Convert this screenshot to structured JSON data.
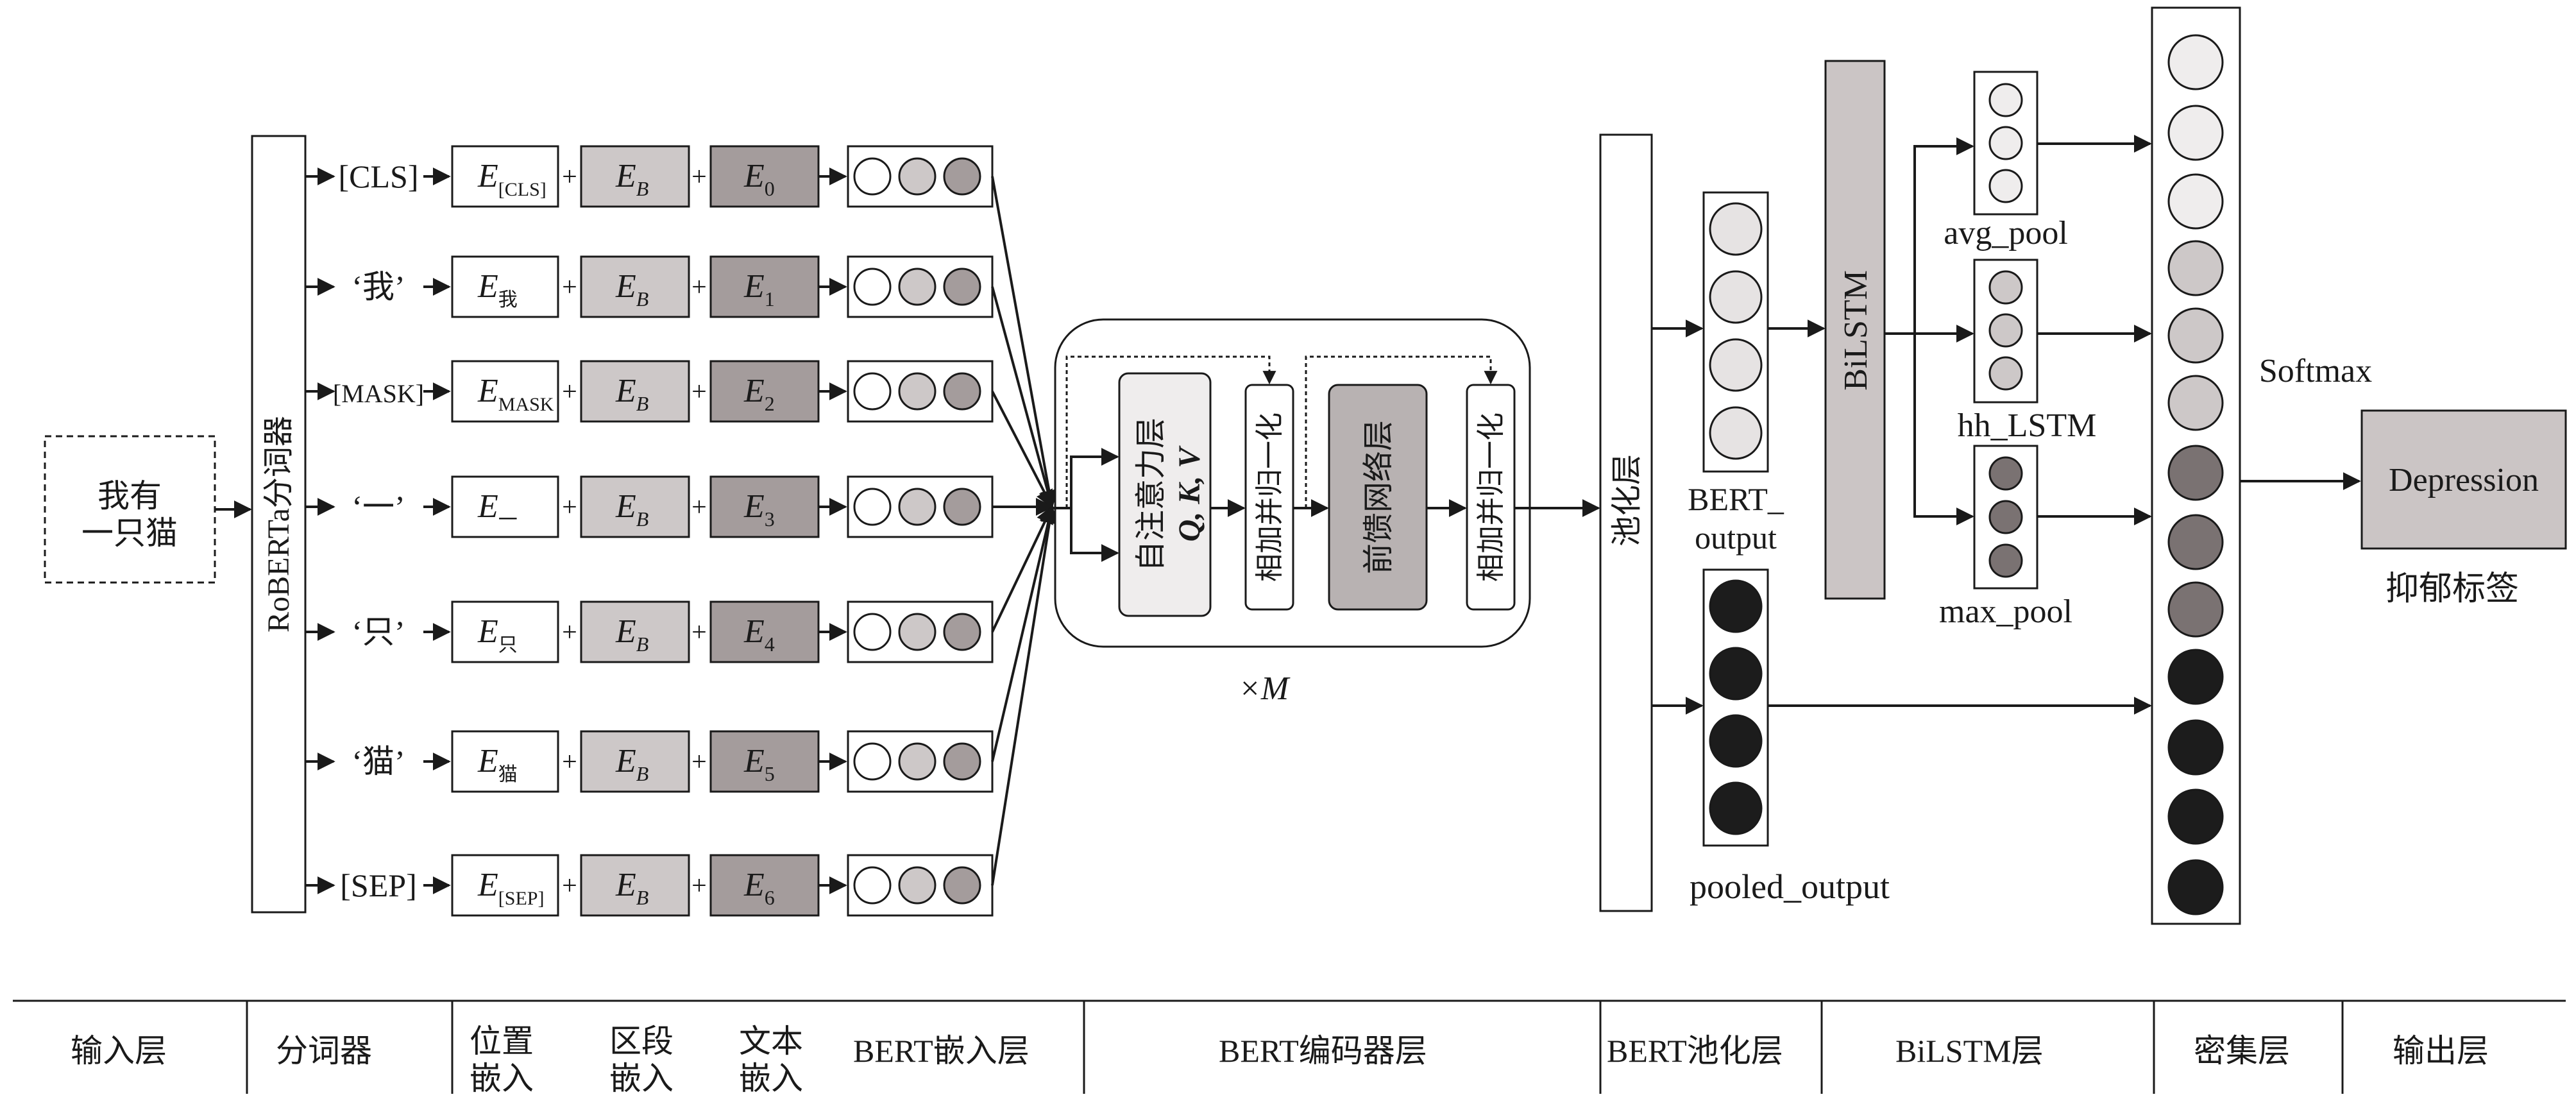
{
  "input": {
    "text_line1": "我有",
    "text_line2": "一只猫"
  },
  "tokenizer": {
    "label": "RoBERTa分词器"
  },
  "tokens": [
    {
      "token": "[CLS]",
      "pos_main": "E",
      "pos_sub": "[CLS]",
      "seg_main": "E",
      "seg_sub": "B",
      "txt_main": "E",
      "txt_sub": "0"
    },
    {
      "token": "‘我’",
      "pos_main": "E",
      "pos_sub": "我",
      "seg_main": "E",
      "seg_sub": "B",
      "txt_main": "E",
      "txt_sub": "1"
    },
    {
      "token": "[MASK]",
      "pos_main": "E",
      "pos_sub": "MASK",
      "seg_main": "E",
      "seg_sub": "B",
      "txt_main": "E",
      "txt_sub": "2"
    },
    {
      "token": "‘一’",
      "pos_main": "E",
      "pos_sub": "一",
      "seg_main": "E",
      "seg_sub": "B",
      "txt_main": "E",
      "txt_sub": "3"
    },
    {
      "token": "‘只’",
      "pos_main": "E",
      "pos_sub": "只",
      "seg_main": "E",
      "seg_sub": "B",
      "txt_main": "E",
      "txt_sub": "4"
    },
    {
      "token": "‘猫’",
      "pos_main": "E",
      "pos_sub": "猫",
      "seg_main": "E",
      "seg_sub": "B",
      "txt_main": "E",
      "txt_sub": "5"
    },
    {
      "token": "[SEP]",
      "pos_main": "E",
      "pos_sub": "[SEP]",
      "seg_main": "E",
      "seg_sub": "B",
      "txt_main": "E",
      "txt_sub": "6"
    }
  ],
  "plus": "+",
  "encoder": {
    "self_attention_label": "自注意力层",
    "qkv_label": "Q, K, V",
    "add_norm_label": "相加并归一化",
    "feed_forward_label": "前馈网络层",
    "repeat_label": "×M"
  },
  "pooling": {
    "label": "池化层"
  },
  "bert_output_line1": "BERT_",
  "bert_output_line2": "output",
  "pooled_output": "pooled_output",
  "bilstm": "BiLSTM",
  "avg_pool": "avg_pool",
  "hh_lstm": "hh_LSTM",
  "max_pool": "max_pool",
  "softmax": "Softmax",
  "output_box": "Depression",
  "output_label": "抑郁标签",
  "bottom_labels": [
    "输入层",
    "分词器",
    "位置嵌入",
    "区段嵌入",
    "文本嵌入",
    "BERT嵌入层",
    "BERT编码器层",
    "BERT池化层",
    "BiLSTM层",
    "密集层",
    "输出层"
  ],
  "colors": {
    "white": "#ffffff",
    "light": "#e6e3e3",
    "mid": "#cdc8c8",
    "dark": "#a49c9c",
    "darker": "#7a7272",
    "black": "#1c1c1c",
    "encoder_box": "#efeded",
    "ff_box": "#b8b2b2",
    "bilstm_box": "#cbc5c5",
    "output_box": "#cbc5c5"
  }
}
